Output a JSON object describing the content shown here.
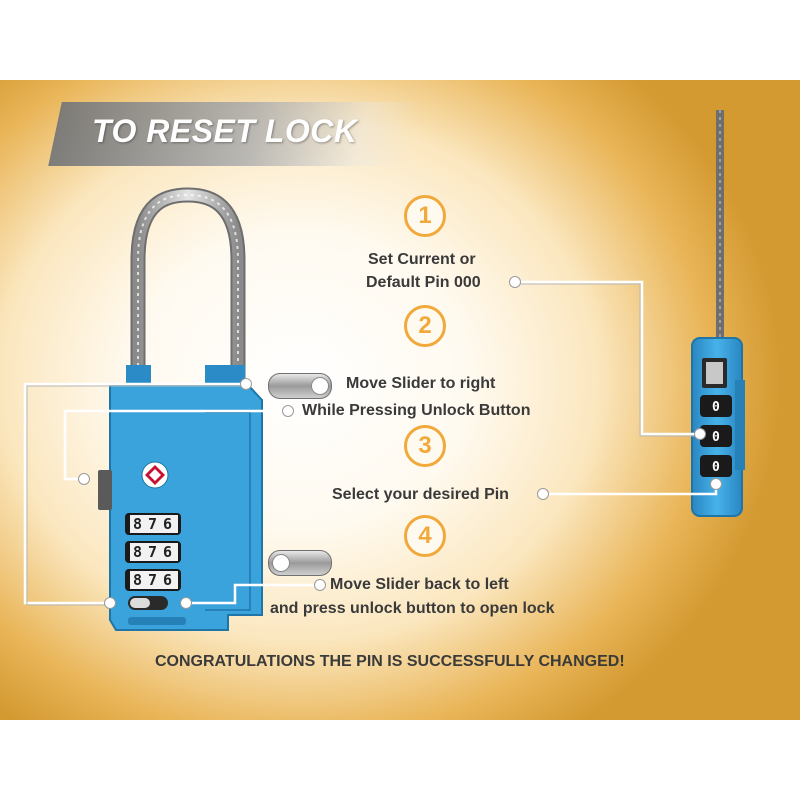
{
  "title": "TO RESET LOCK",
  "steps": [
    {
      "number": "1",
      "lines": [
        "Set Current or",
        "Default Pin 000"
      ]
    },
    {
      "number": "2",
      "lines": [
        "Move Slider to right",
        "While Pressing Unlock Button"
      ]
    },
    {
      "number": "3",
      "lines": [
        "Select your desired Pin"
      ]
    },
    {
      "number": "4",
      "lines": [
        "Move Slider back to left",
        "and press unlock button to open lock"
      ]
    }
  ],
  "footer": "CONGRATULATIONS THE PIN IS SUCCESSFULLY CHANGED!",
  "lock": {
    "digits": [
      "8",
      "7",
      "6"
    ],
    "color": "#3aa3dc",
    "side_digits": [
      "0",
      "0",
      "0"
    ]
  },
  "colors": {
    "accent": "#f0a93a",
    "text": "#3a3a3a",
    "lock_blue": "#3aa3dc"
  }
}
